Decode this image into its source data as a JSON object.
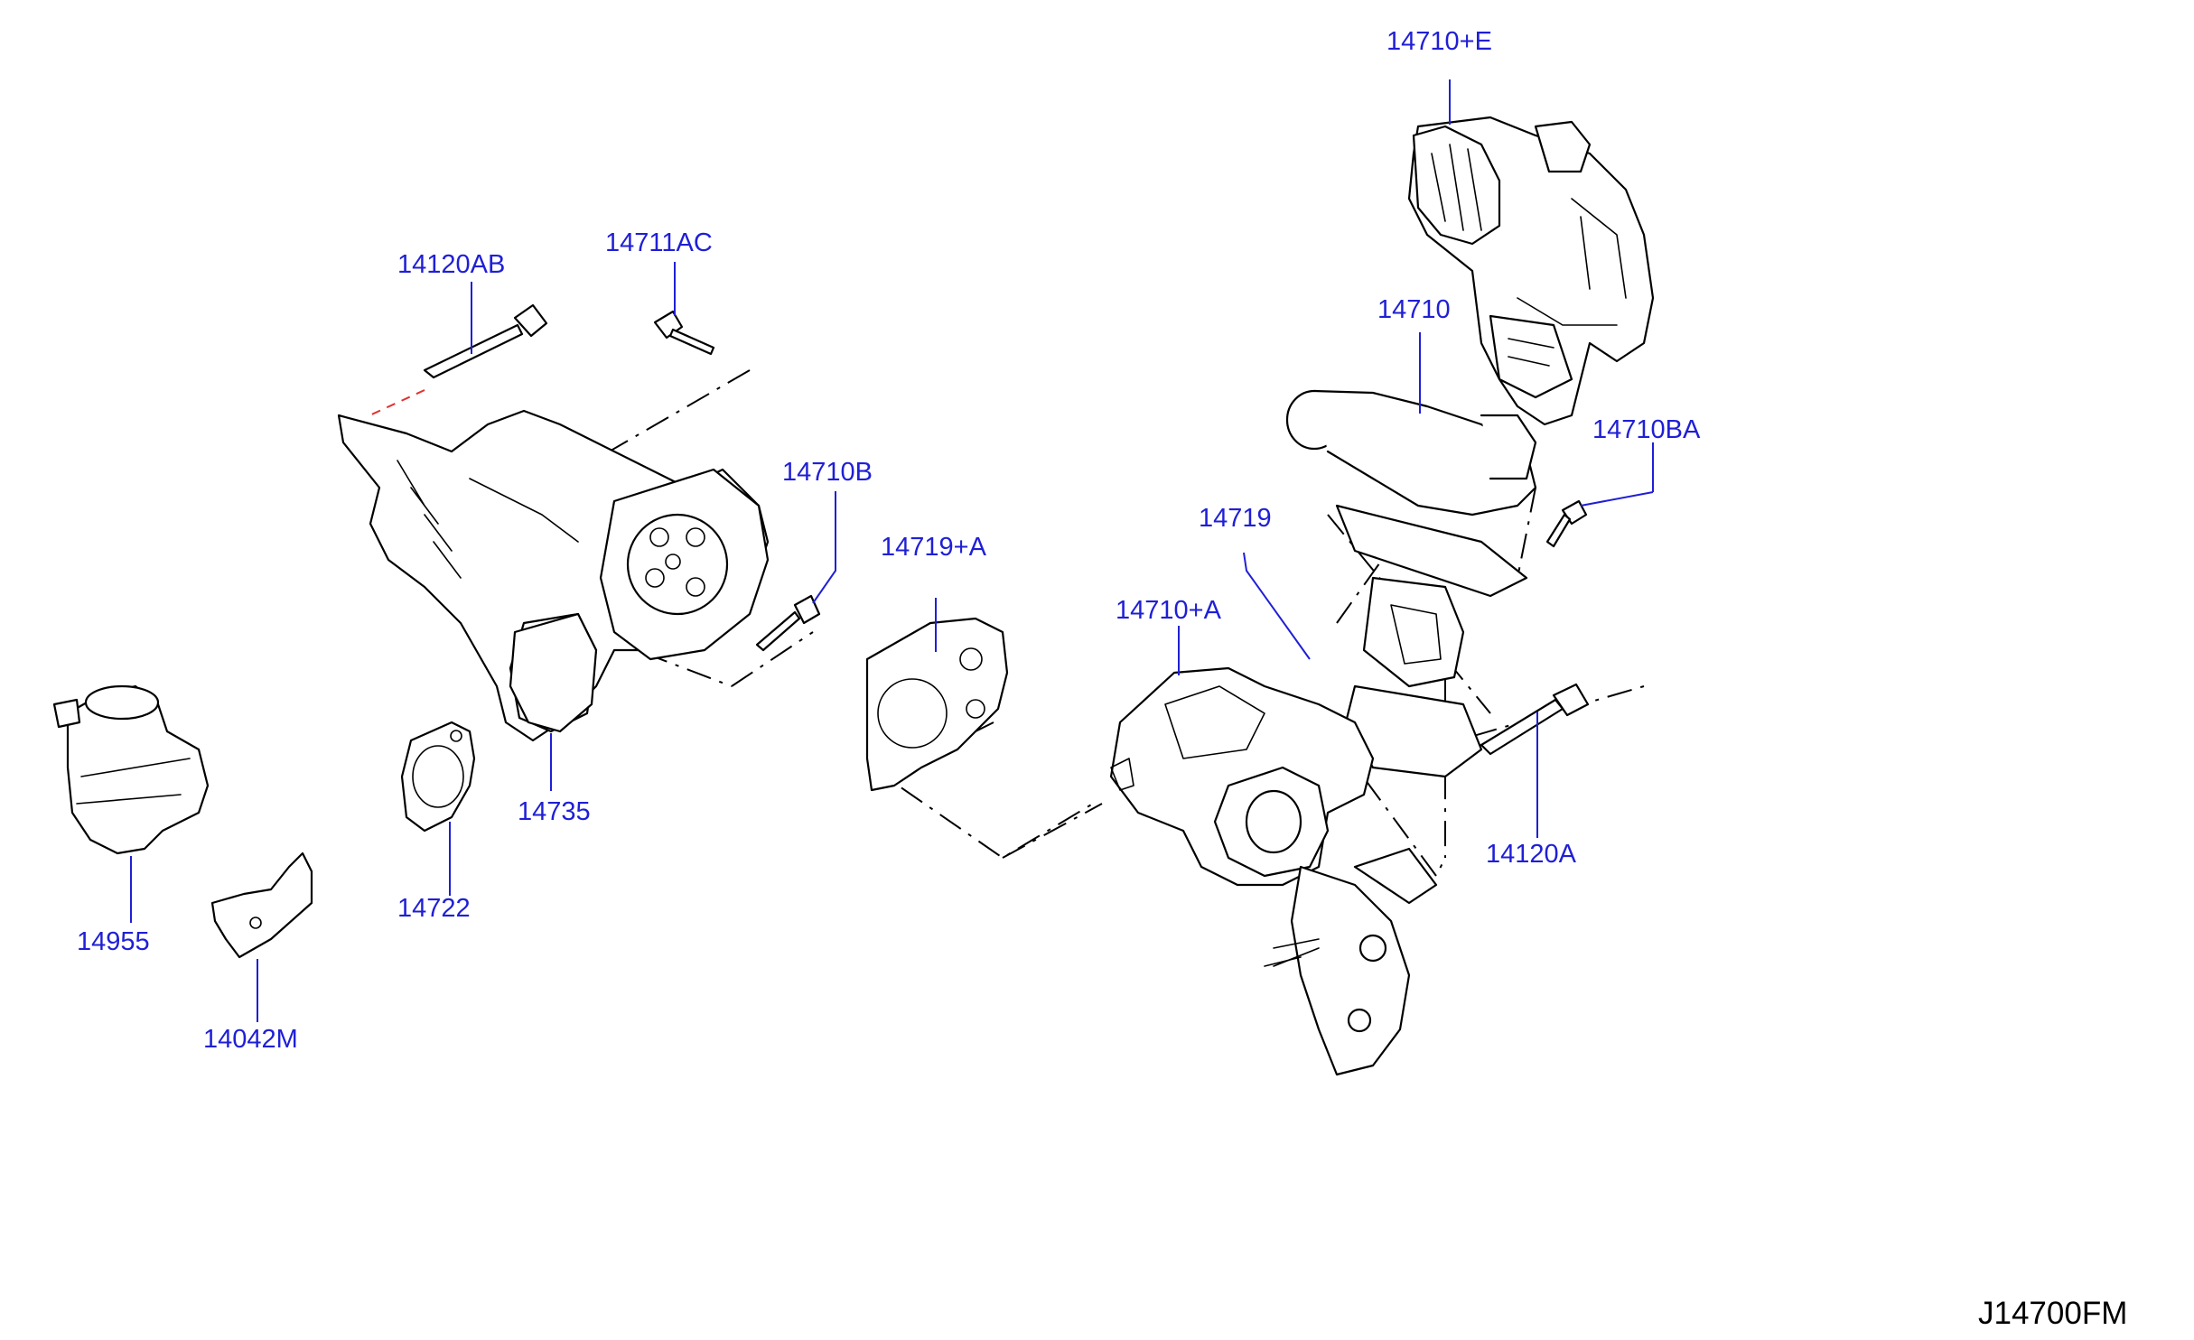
{
  "parts": [
    {
      "id": "p14710E",
      "label": "14710+E"
    },
    {
      "id": "p14711AC",
      "label": "14711AC"
    },
    {
      "id": "p14120AB",
      "label": "14120AB"
    },
    {
      "id": "p14710",
      "label": "14710"
    },
    {
      "id": "p14710BA",
      "label": "14710BA"
    },
    {
      "id": "p14710B",
      "label": "14710B"
    },
    {
      "id": "p14719A",
      "label": "14719+A"
    },
    {
      "id": "p14719",
      "label": "14719"
    },
    {
      "id": "p14710A",
      "label": "14710+A"
    },
    {
      "id": "p14735",
      "label": "14735"
    },
    {
      "id": "p14120A",
      "label": "14120A"
    },
    {
      "id": "p14722",
      "label": "14722"
    },
    {
      "id": "p14955",
      "label": "14955"
    },
    {
      "id": "p14042M",
      "label": "14042M"
    }
  ],
  "diagram_code": "J14700FM",
  "colors": {
    "label": "#1f1fd6",
    "lines": "#000000",
    "background": "#ffffff",
    "guide": "#e23030"
  }
}
